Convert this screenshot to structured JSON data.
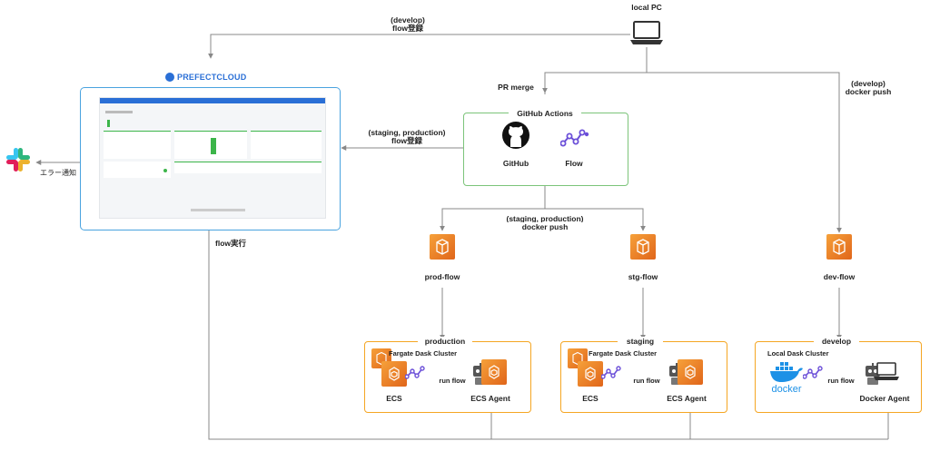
{
  "labels": {
    "develop_flow_reg_line1": "(develop)",
    "develop_flow_reg_line2": "flow登録",
    "local_pc": "local PC",
    "pr_merge": "PR merge",
    "develop_push_line1": "(develop)",
    "develop_push_line2": "docker push",
    "prefect_cloud": "PREFECTCLOUD",
    "staging_prod_reg_line1": "(staging, production)",
    "staging_prod_reg_line2": "flow登録",
    "slack_error": "エラー通知",
    "flow_run": "flow実行",
    "staging_prod_push_line1": "(staging, production)",
    "staging_prod_push_line2": "docker push"
  },
  "github_actions": {
    "title": "GitHub Actions",
    "github_label": "GitHub",
    "flow_label": "Flow"
  },
  "registries": {
    "prod": "prod-flow",
    "stg": "stg-flow",
    "dev": "dev-flow"
  },
  "environments": [
    {
      "title": "production",
      "cluster": "Fargate Dask Cluster",
      "run": "run flow",
      "compute": "ECS",
      "agent": "ECS Agent"
    },
    {
      "title": "staging",
      "cluster": "Fargate Dask Cluster",
      "run": "run flow",
      "compute": "ECS",
      "agent": "ECS Agent"
    },
    {
      "title": "develop",
      "cluster": "Local Dask Cluster",
      "run": "run flow",
      "compute": "docker",
      "agent": "Docker Agent"
    }
  ],
  "colors": {
    "aws_orange": "#f08a24",
    "env_border": "#f5a623",
    "actions_border": "#7cc47a",
    "prefect_blue": "#2a6fd6",
    "flow_purple": "#6b4fd8",
    "docker_blue": "#1d91e6",
    "connector": "#888888"
  },
  "icons": [
    "laptop-icon",
    "prefect-logo-icon",
    "slack-icon",
    "github-icon",
    "flow-icon",
    "ecr-icon",
    "ecs-icon",
    "robot-icon",
    "docker-icon"
  ]
}
